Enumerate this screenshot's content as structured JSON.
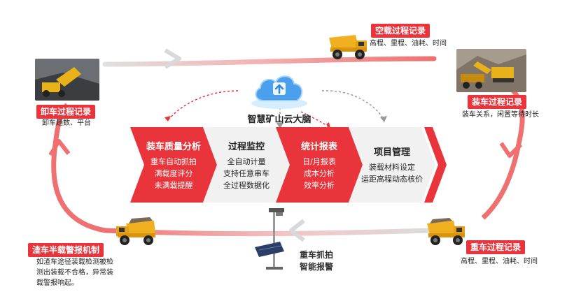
{
  "center": {
    "title": "智慧矿山云大脑",
    "icon": "cloud-upload-icon"
  },
  "stations": {
    "empty_trip": {
      "label": "空载过程记录",
      "desc": "高程、里程、油耗、时间"
    },
    "loading": {
      "label": "装车过程记录",
      "desc": "装车关系，闲置等待时长"
    },
    "heavy_trip": {
      "label": "重车过程记录",
      "desc": "高程、里程、油耗、时间"
    },
    "unloading": {
      "label": "卸车过程记录",
      "desc": "卸车趟数、平台"
    },
    "underload_alarm": {
      "label": "渣车半载警报机制",
      "desc": "如渣车途径装载检测被检测出装载不合格，异常装载警报响起。"
    },
    "camera_alarm": {
      "line1": "重车抓拍",
      "line2": "智能报警"
    }
  },
  "modules": [
    {
      "title": "装车质量分析",
      "lines": [
        "重车自动抓拍",
        "满载度评分",
        "未满载提醒"
      ]
    },
    {
      "title": "过程监控",
      "lines": [
        "全自动计量",
        "支持任意串车",
        "全过程数据化"
      ]
    },
    {
      "title": "统计报表",
      "lines": [
        "日/月报表",
        "成本分析",
        "效率分析"
      ]
    },
    {
      "title": "项目管理",
      "lines": [
        "装载材料设定",
        "运距高程动态核价"
      ]
    }
  ],
  "colors": {
    "accent": "#e8343a",
    "loop_red": "#ef7f7f",
    "loop_grey": "#dcdcdc",
    "panel_grey": "#f1f1f1"
  }
}
